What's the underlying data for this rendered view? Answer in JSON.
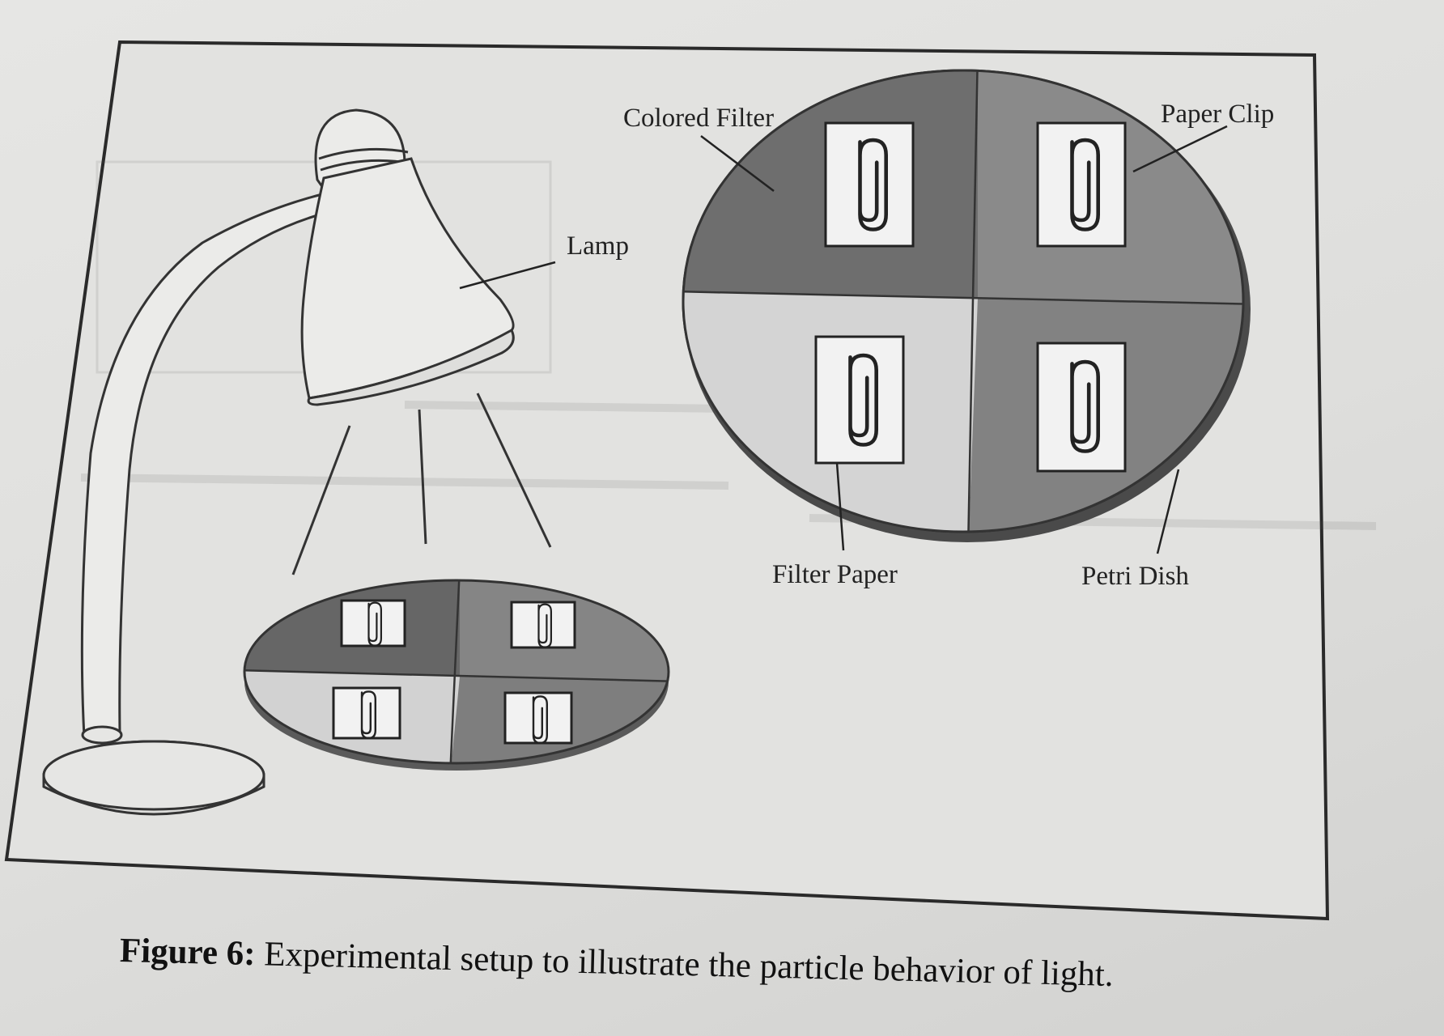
{
  "labels": {
    "colored_filter": "Colored Filter",
    "paper_clip": "Paper Clip",
    "lamp": "Lamp",
    "filter_paper": "Filter Paper",
    "petri_dish": "Petri Dish"
  },
  "caption": {
    "label": "Figure 6:",
    "text": "Experimental setup to illustrate the particle behavior of light."
  },
  "colors": {
    "filter_dark": "#6e6e6e",
    "filter_medium": "#8c8c8c",
    "filter_medium_dark": "#7d7d7d",
    "filter_light": "#cfcfcf",
    "frame": "#2a2a2a",
    "paper": "#e6e6e4"
  },
  "icons": [
    "paper-clip-icon",
    "lamp-icon",
    "petri-dish-icon"
  ]
}
